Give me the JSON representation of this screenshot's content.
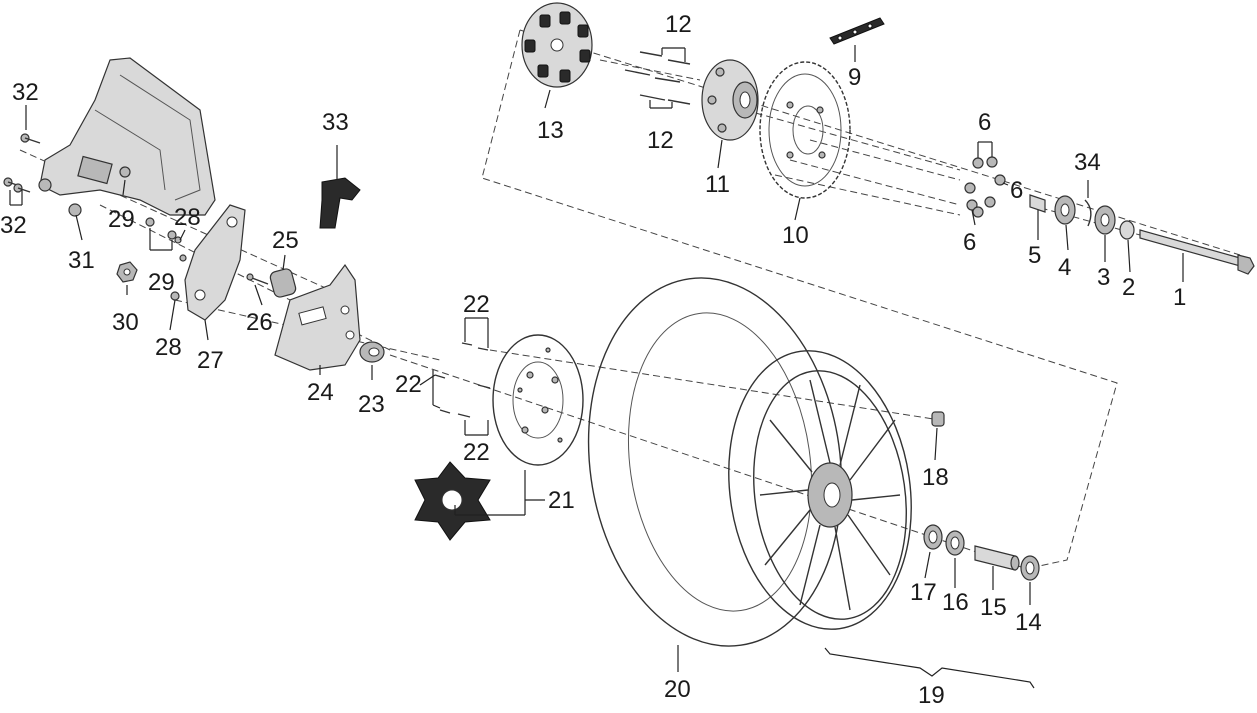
{
  "diagram": {
    "callouts": [
      "1",
      "2",
      "3",
      "4",
      "5",
      "6",
      "6",
      "6",
      "9",
      "10",
      "11",
      "12",
      "12",
      "13",
      "14",
      "15",
      "16",
      "17",
      "18",
      "19",
      "20",
      "21",
      "22",
      "22",
      "22",
      "23",
      "24",
      "25",
      "26",
      "27",
      "28",
      "28",
      "29",
      "29",
      "30",
      "31",
      "32",
      "32",
      "33",
      "34"
    ]
  }
}
